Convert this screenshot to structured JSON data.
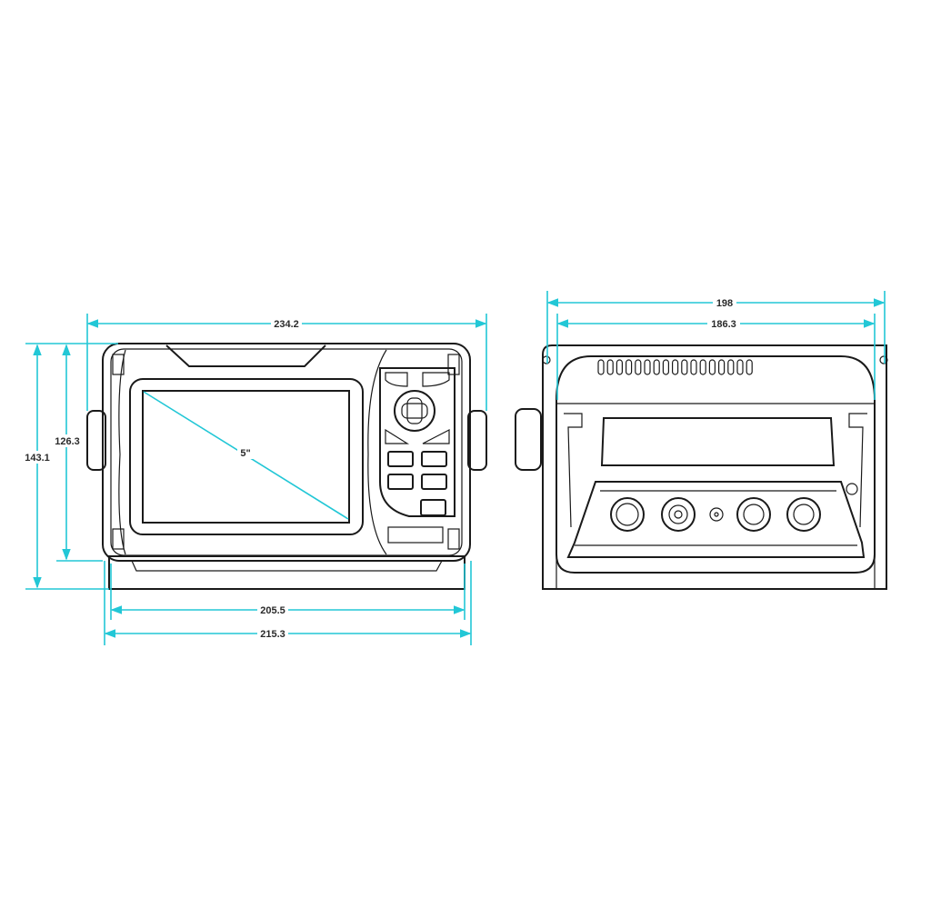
{
  "front_view": {
    "screen_size_label": "5\"",
    "dimensions": {
      "overall_width_with_knobs": "234.2",
      "overall_height": "143.1",
      "body_height": "126.3",
      "bracket_inner_width": "205.5",
      "bracket_outer_width": "215.3"
    }
  },
  "rear_view": {
    "dimensions": {
      "bracket_outer_width": "198",
      "bracket_inner_width": "186.3"
    },
    "connector_count": 5
  },
  "colors": {
    "line": "#1a1a1a",
    "dimension": "#22c7d6",
    "background": "#ffffff"
  }
}
